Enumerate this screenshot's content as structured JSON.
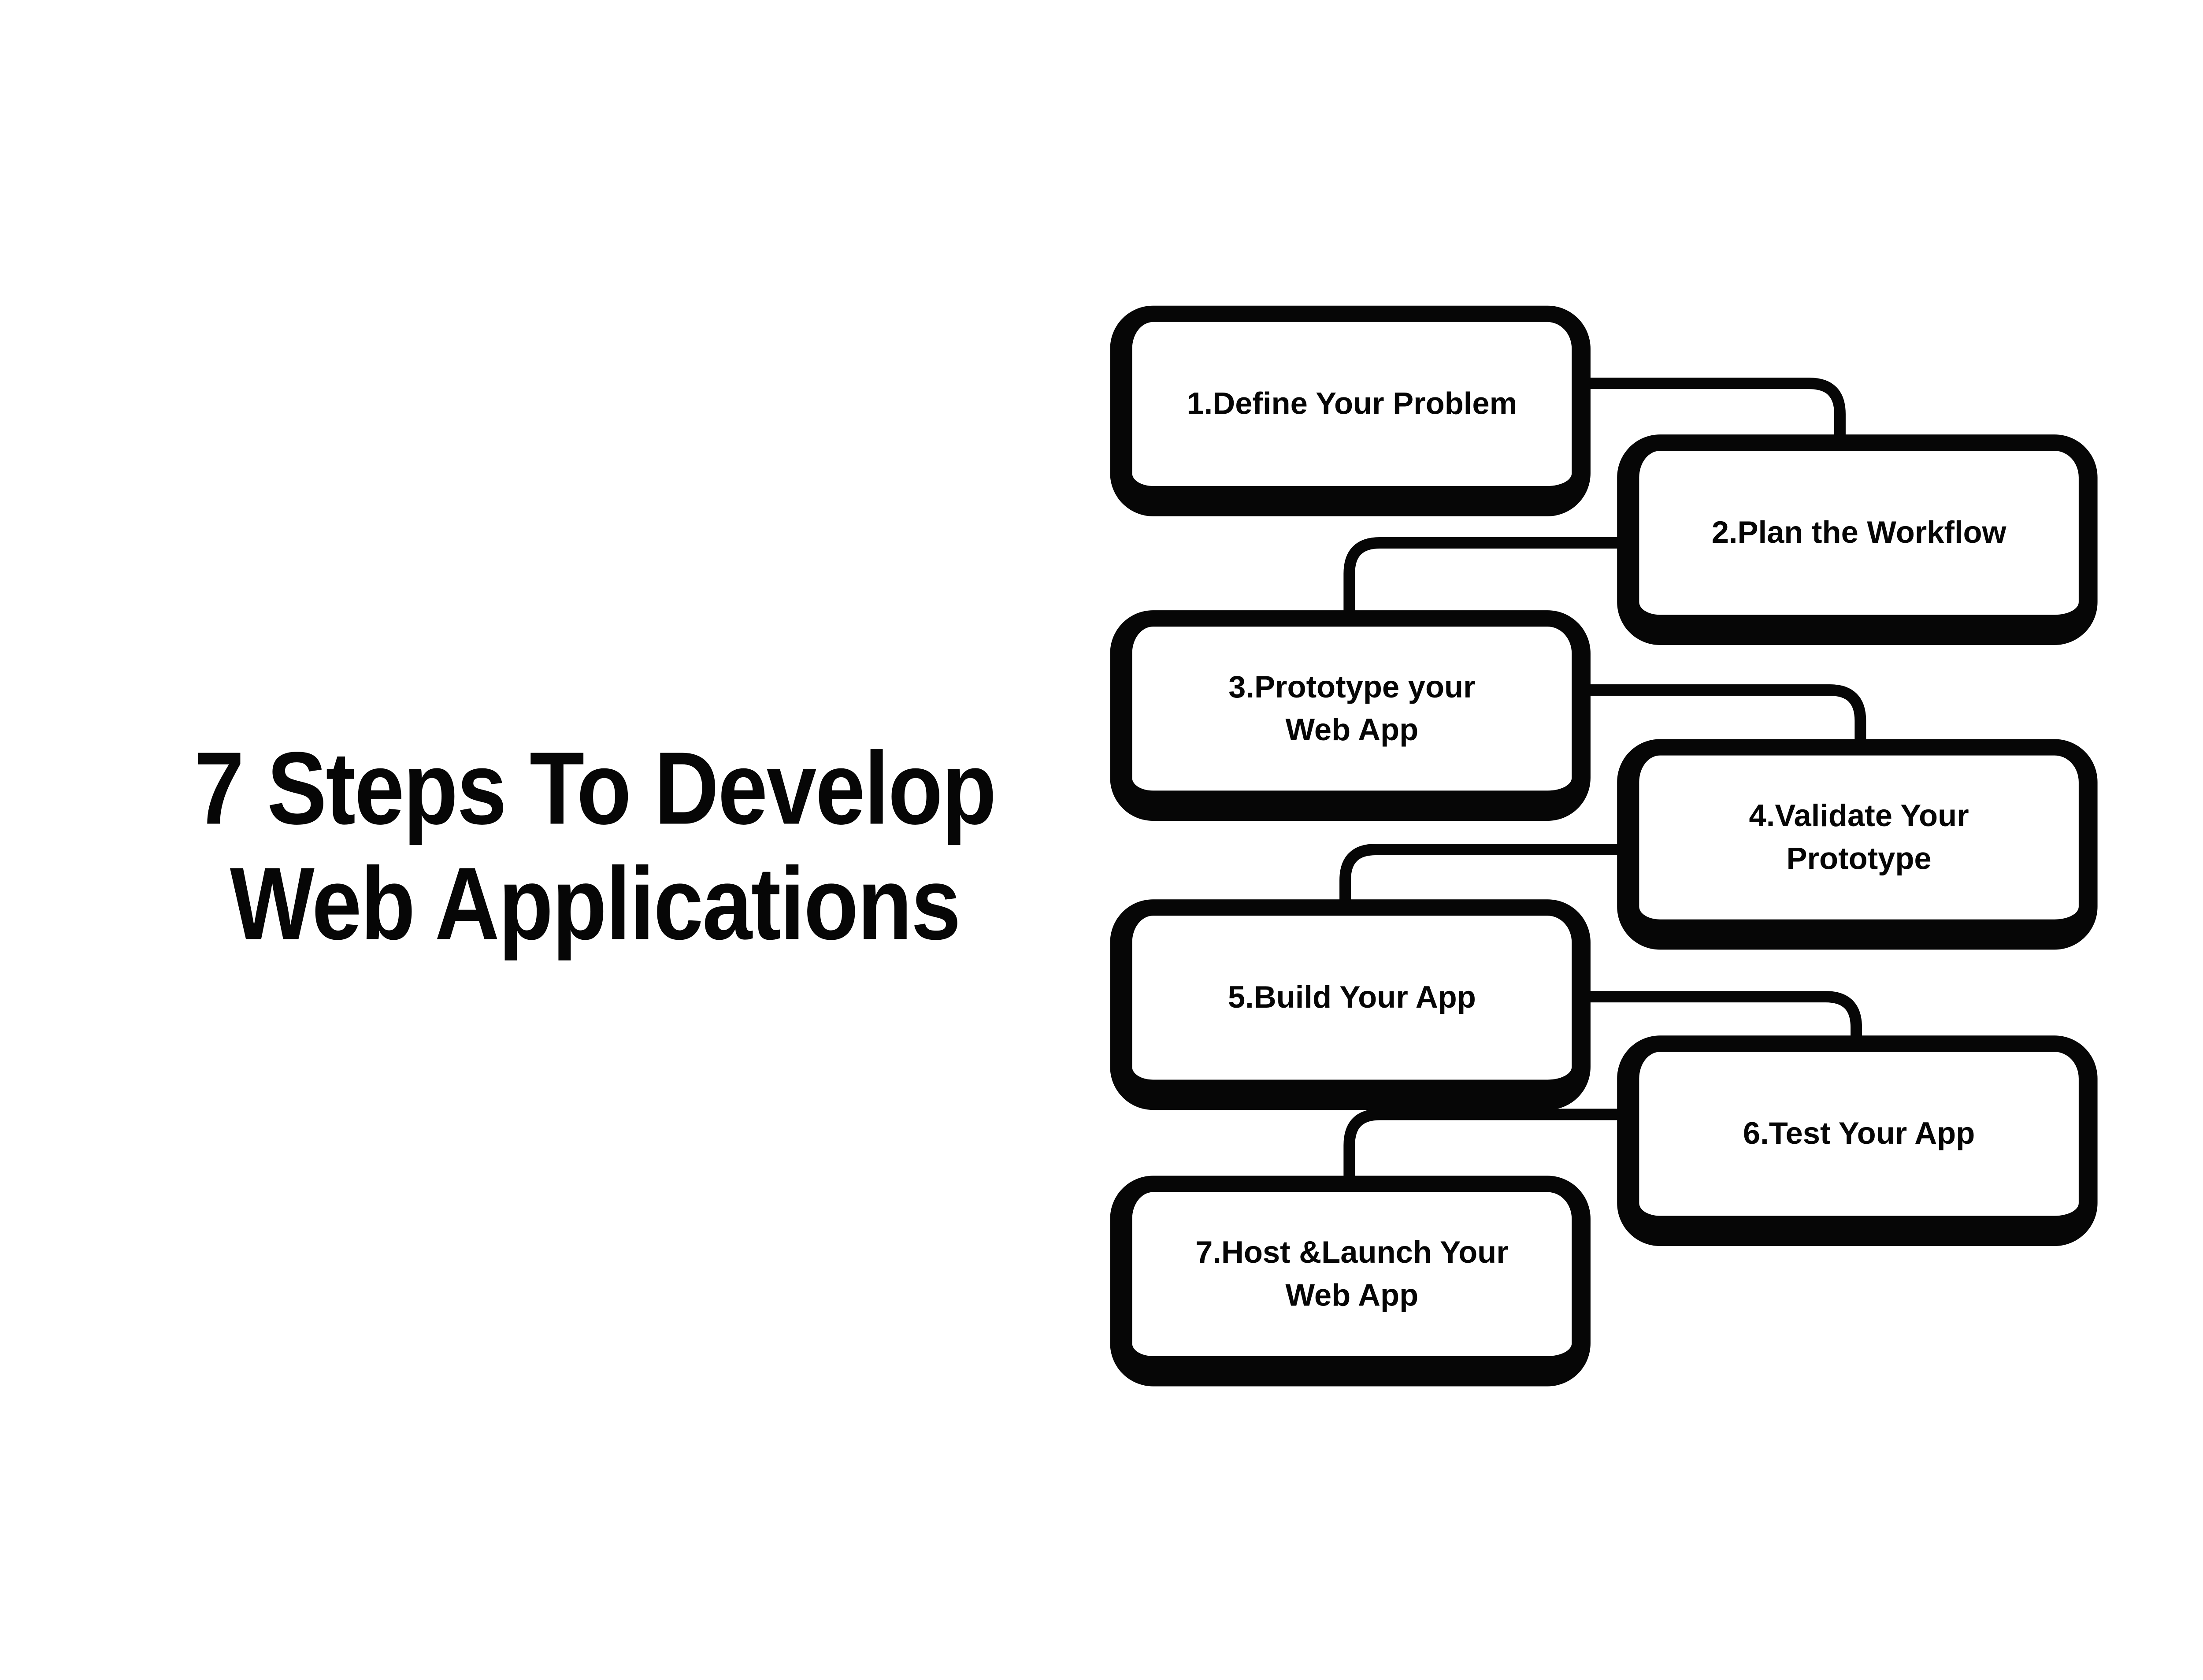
{
  "page": {
    "background": "#ffffff",
    "ink": "#060606"
  },
  "title": {
    "text": "7 Steps To Develop\nWeb Applications"
  },
  "steps": [
    {
      "id": 1,
      "label": "1.Define Your Problem"
    },
    {
      "id": 2,
      "label": "2.Plan the Workflow"
    },
    {
      "id": 3,
      "label": "3.Prototype your\nWeb App"
    },
    {
      "id": 4,
      "label": "4.Validate Your\nPrototype"
    },
    {
      "id": 5,
      "label": "5.Build Your App"
    },
    {
      "id": 6,
      "label": "6.Test Your App"
    },
    {
      "id": 7,
      "label": "7.Host &Launch Your\nWeb App"
    }
  ]
}
